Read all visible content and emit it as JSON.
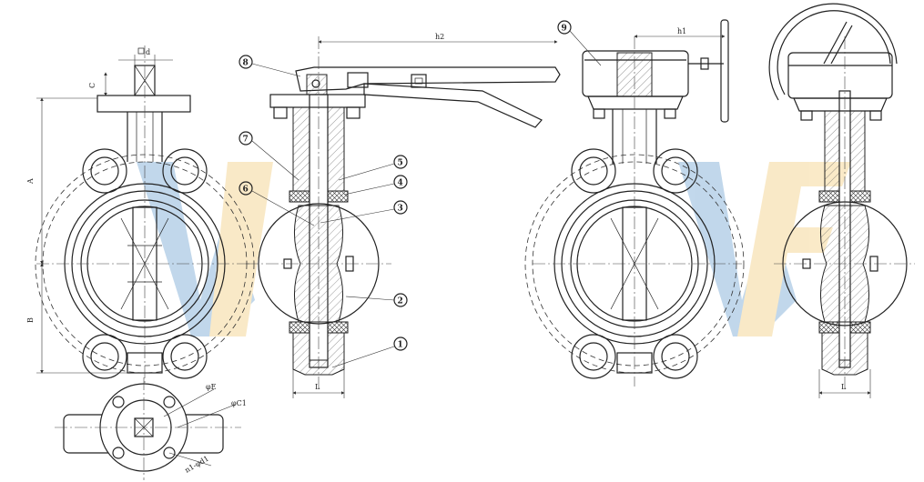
{
  "watermark": {
    "text": "WF",
    "color_blue": "#8fb8dc",
    "color_yellow": "#f5d89a"
  },
  "dims": {
    "A": "A",
    "B": "B",
    "C": "C",
    "d": "d",
    "h2": "h2",
    "h1": "h1",
    "L": "L",
    "L2": "L",
    "phiE": "φE",
    "phiC1": "φC1",
    "nphid1": "n1-φd1"
  },
  "callouts": {
    "c1": "1",
    "c2": "2",
    "c3": "3",
    "c4": "4",
    "c5": "5",
    "c6": "6",
    "c7": "7",
    "c8": "8",
    "c9": "9"
  }
}
